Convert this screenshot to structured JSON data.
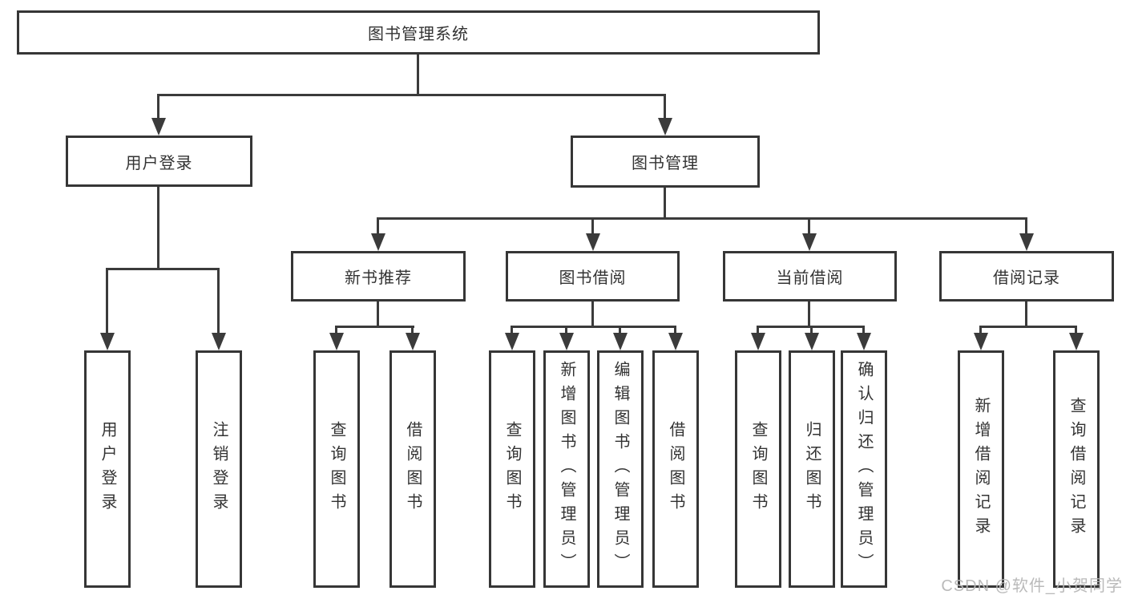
{
  "diagram": {
    "title": "图书管理系统",
    "level2": [
      {
        "label": "用户登录",
        "children": [
          {
            "label": "用户登录"
          },
          {
            "label": "注销登录"
          }
        ]
      },
      {
        "label": "图书管理",
        "children": [
          {
            "label": "新书推荐",
            "children": [
              {
                "label": "查询图书"
              },
              {
                "label": "借阅图书"
              }
            ]
          },
          {
            "label": "图书借阅",
            "children": [
              {
                "label": "查询图书"
              },
              {
                "label": "新增图书（管理员）"
              },
              {
                "label": "编辑图书（管理员）"
              },
              {
                "label": "借阅图书"
              }
            ]
          },
          {
            "label": "当前借阅",
            "children": [
              {
                "label": "查询图书"
              },
              {
                "label": "归还图书"
              },
              {
                "label": "确认归还（管理员）"
              }
            ]
          },
          {
            "label": "借阅记录",
            "children": [
              {
                "label": "新增借阅记录"
              },
              {
                "label": "查询借阅记录"
              }
            ]
          }
        ]
      }
    ],
    "watermark": "CSDN @软件_小贺同学",
    "colors": {
      "line": "#3b3b3b",
      "border": "#363636",
      "text": "#333333",
      "watermark": "#b6b6b6",
      "background": "#ffffff"
    }
  }
}
